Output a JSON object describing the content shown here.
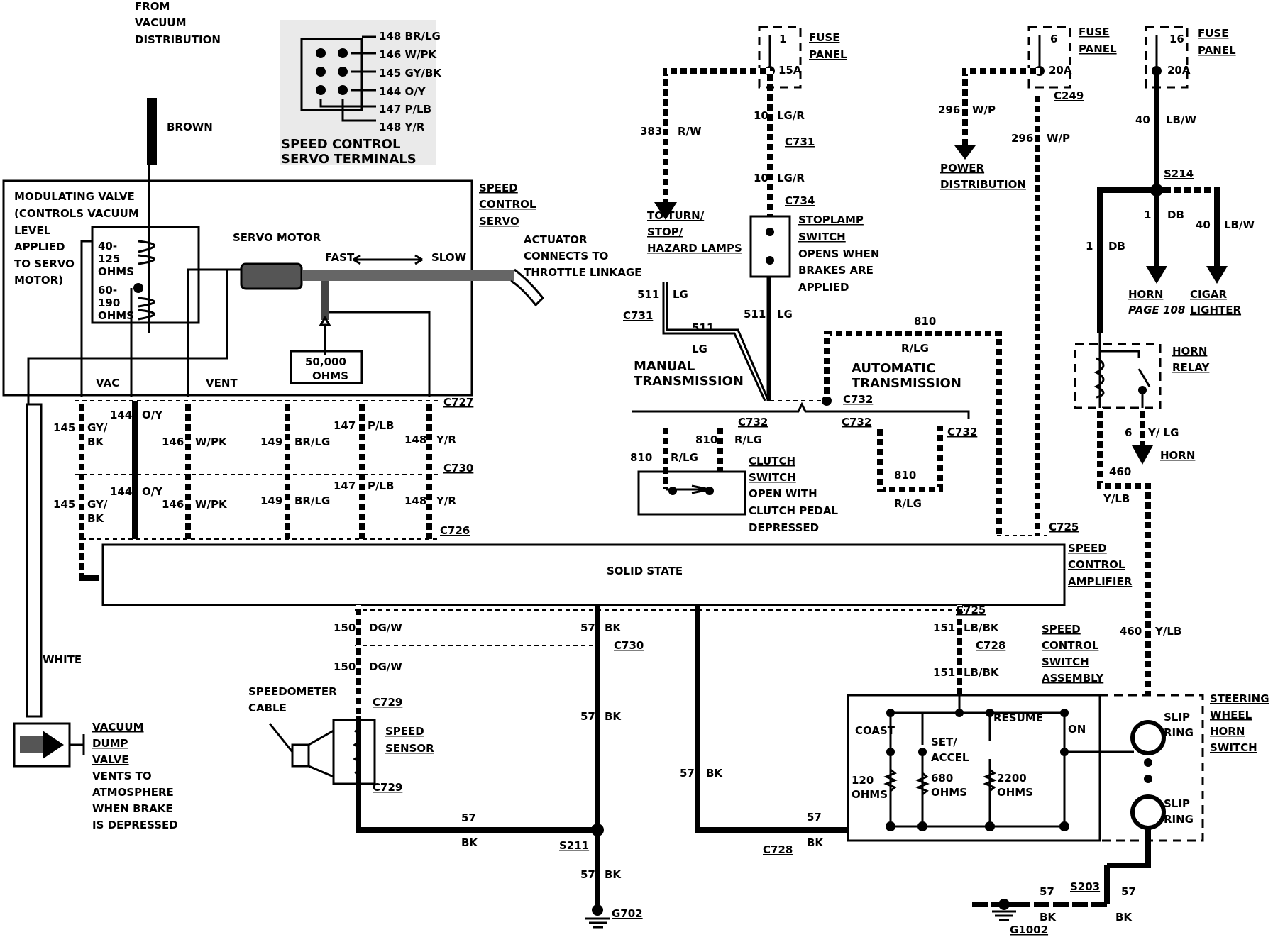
{
  "vacuum_source": {
    "line1": "FROM",
    "line2": "VACUUM",
    "line3": "DISTRIBUTION"
  },
  "brown_hose": "BROWN",
  "white_hose": "WHITE",
  "servo_terminals": {
    "pins": [
      "148 BR/LG",
      "146 W/PK",
      "145 GY/BK",
      "144 O/Y",
      "147 P/LB",
      "148 Y/R"
    ],
    "title1": "SPEED CONTROL",
    "title2": "SERVO TERMINALS"
  },
  "modulating_valve": {
    "lines": [
      "MODULATING VALVE",
      "(CONTROLS VACUUM",
      "LEVEL",
      "APPLIED",
      "TO SERVO",
      "MOTOR)"
    ]
  },
  "ohms_a": {
    "l1": "40-",
    "l2": "125",
    "l3": "OHMS"
  },
  "ohms_b": {
    "l1": "60-",
    "l2": "190",
    "l3": "OHMS"
  },
  "servo_motor": "SERVO MOTOR",
  "fast": "FAST",
  "slow": "SLOW",
  "actuator": {
    "l1": "ACTUATOR",
    "l2": "CONNECTS TO",
    "l3": "THROTTLE LINKAGE"
  },
  "speed_control_servo": {
    "l1": "SPEED",
    "l2": "CONTROL",
    "l3": "SERVO"
  },
  "pot": {
    "l1": "50,000",
    "l2": "OHMS"
  },
  "vac": "VAC",
  "vent": "VENT",
  "connectors": {
    "c727": "C727",
    "c730": "C730",
    "c726": "C726",
    "c725": "C725",
    "c728": "C728",
    "c729": "C729",
    "c731": "C731",
    "c734": "C734",
    "c732": "C732",
    "c249": "C249",
    "s211": "S211",
    "s214": "S214",
    "s203": "S203",
    "g702": "G702",
    "g1002": "G1002"
  },
  "servo_wires": [
    {
      "num": "145",
      "color": "GY/",
      "color2": "BK"
    },
    {
      "num": "144",
      "color": "O/Y"
    },
    {
      "num": "146",
      "color": "W/PK"
    },
    {
      "num": "149",
      "color": "BR/LG"
    },
    {
      "num": "147",
      "color": "P/LB"
    },
    {
      "num": "148",
      "color": "Y/R"
    }
  ],
  "amplifier": {
    "center": "SOLID STATE",
    "l1": "SPEED",
    "l2": "CONTROL",
    "l3": "AMPLIFIER"
  },
  "fuse_1": {
    "num": "1",
    "amps": "15A",
    "l1": "FUSE",
    "l2": "PANEL"
  },
  "fuse_6": {
    "num": "6",
    "amps": "20A",
    "l1": "FUSE",
    "l2": "PANEL"
  },
  "fuse_16": {
    "num": "16",
    "amps": "20A",
    "l1": "FUSE",
    "l2": "PANEL"
  },
  "w383": {
    "num": "383",
    "color": "R/W"
  },
  "turn_lamps": {
    "l1": "TO TURN/",
    "l2": "STOP/",
    "l3": "HAZARD LAMPS"
  },
  "w10": {
    "num": "10",
    "color": "LG/R"
  },
  "stoplamp": {
    "l1": "STOPLAMP",
    "l2": "SWITCH",
    "l3": "OPENS WHEN",
    "l4": "BRAKES ARE",
    "l5": "APPLIED"
  },
  "w511": {
    "num": "511",
    "color": "LG"
  },
  "manual": {
    "l1": "MANUAL",
    "l2": "TRANSMISSION"
  },
  "automatic": {
    "l1": "AUTOMATIC",
    "l2": "TRANSMISSION"
  },
  "w810": {
    "num": "810",
    "color": "R/LG"
  },
  "clutch": {
    "l1": "CLUTCH",
    "l2": "SWITCH",
    "l3": "OPEN WITH",
    "l4": "CLUTCH PEDAL",
    "l5": "DEPRESSED"
  },
  "w296": {
    "num": "296",
    "color": "W/P"
  },
  "power_dist": {
    "l1": "POWER",
    "l2": "DISTRIBUTION"
  },
  "w40": {
    "num": "40",
    "color": "LB/W"
  },
  "w1": {
    "num": "1",
    "color": "DB"
  },
  "horn_page": {
    "l1": "HORN",
    "l2": "PAGE 108"
  },
  "cigar": {
    "l1": "CIGAR",
    "l2": "LIGHTER"
  },
  "horn_relay": {
    "l1": "HORN",
    "l2": "RELAY"
  },
  "w6": {
    "num": "6",
    "color": "Y/ LG"
  },
  "horn": "HORN",
  "w460": {
    "num": "460",
    "color": "Y/LB"
  },
  "w150": {
    "num": "150",
    "color": "DG/W"
  },
  "w57": {
    "num": "57",
    "color": "BK"
  },
  "w151": {
    "num": "151",
    "color": "LB/BK"
  },
  "speedo_cable": {
    "l1": "SPEEDOMETER",
    "l2": "CABLE"
  },
  "speed_sensor": {
    "l1": "SPEED",
    "l2": "SENSOR"
  },
  "vacuum_dump": {
    "l1": "VACUUM",
    "l2": "DUMP",
    "l3": "VALVE",
    "l4": "VENTS TO",
    "l5": "ATMOSPHERE",
    "l6": "WHEN BRAKE",
    "l7": "IS DEPRESSED"
  },
  "switch_assembly": {
    "l1": "SPEED",
    "l2": "CONTROL",
    "l3": "SWITCH",
    "l4": "ASSEMBLY"
  },
  "coast": "COAST",
  "set_accel": {
    "l1": "SET/",
    "l2": "ACCEL"
  },
  "resume": "RESUME",
  "on": "ON",
  "r120": {
    "l1": "120",
    "l2": "OHMS"
  },
  "r680": {
    "l1": "680",
    "l2": "OHMS"
  },
  "r2200": {
    "l1": "2200",
    "l2": "OHMS"
  },
  "slip_ring": {
    "l1": "SLIP",
    "l2": "RING"
  },
  "steering": {
    "l1": "STEERING",
    "l2": "WHEEL",
    "l3": "HORN",
    "l4": "SWITCH"
  }
}
